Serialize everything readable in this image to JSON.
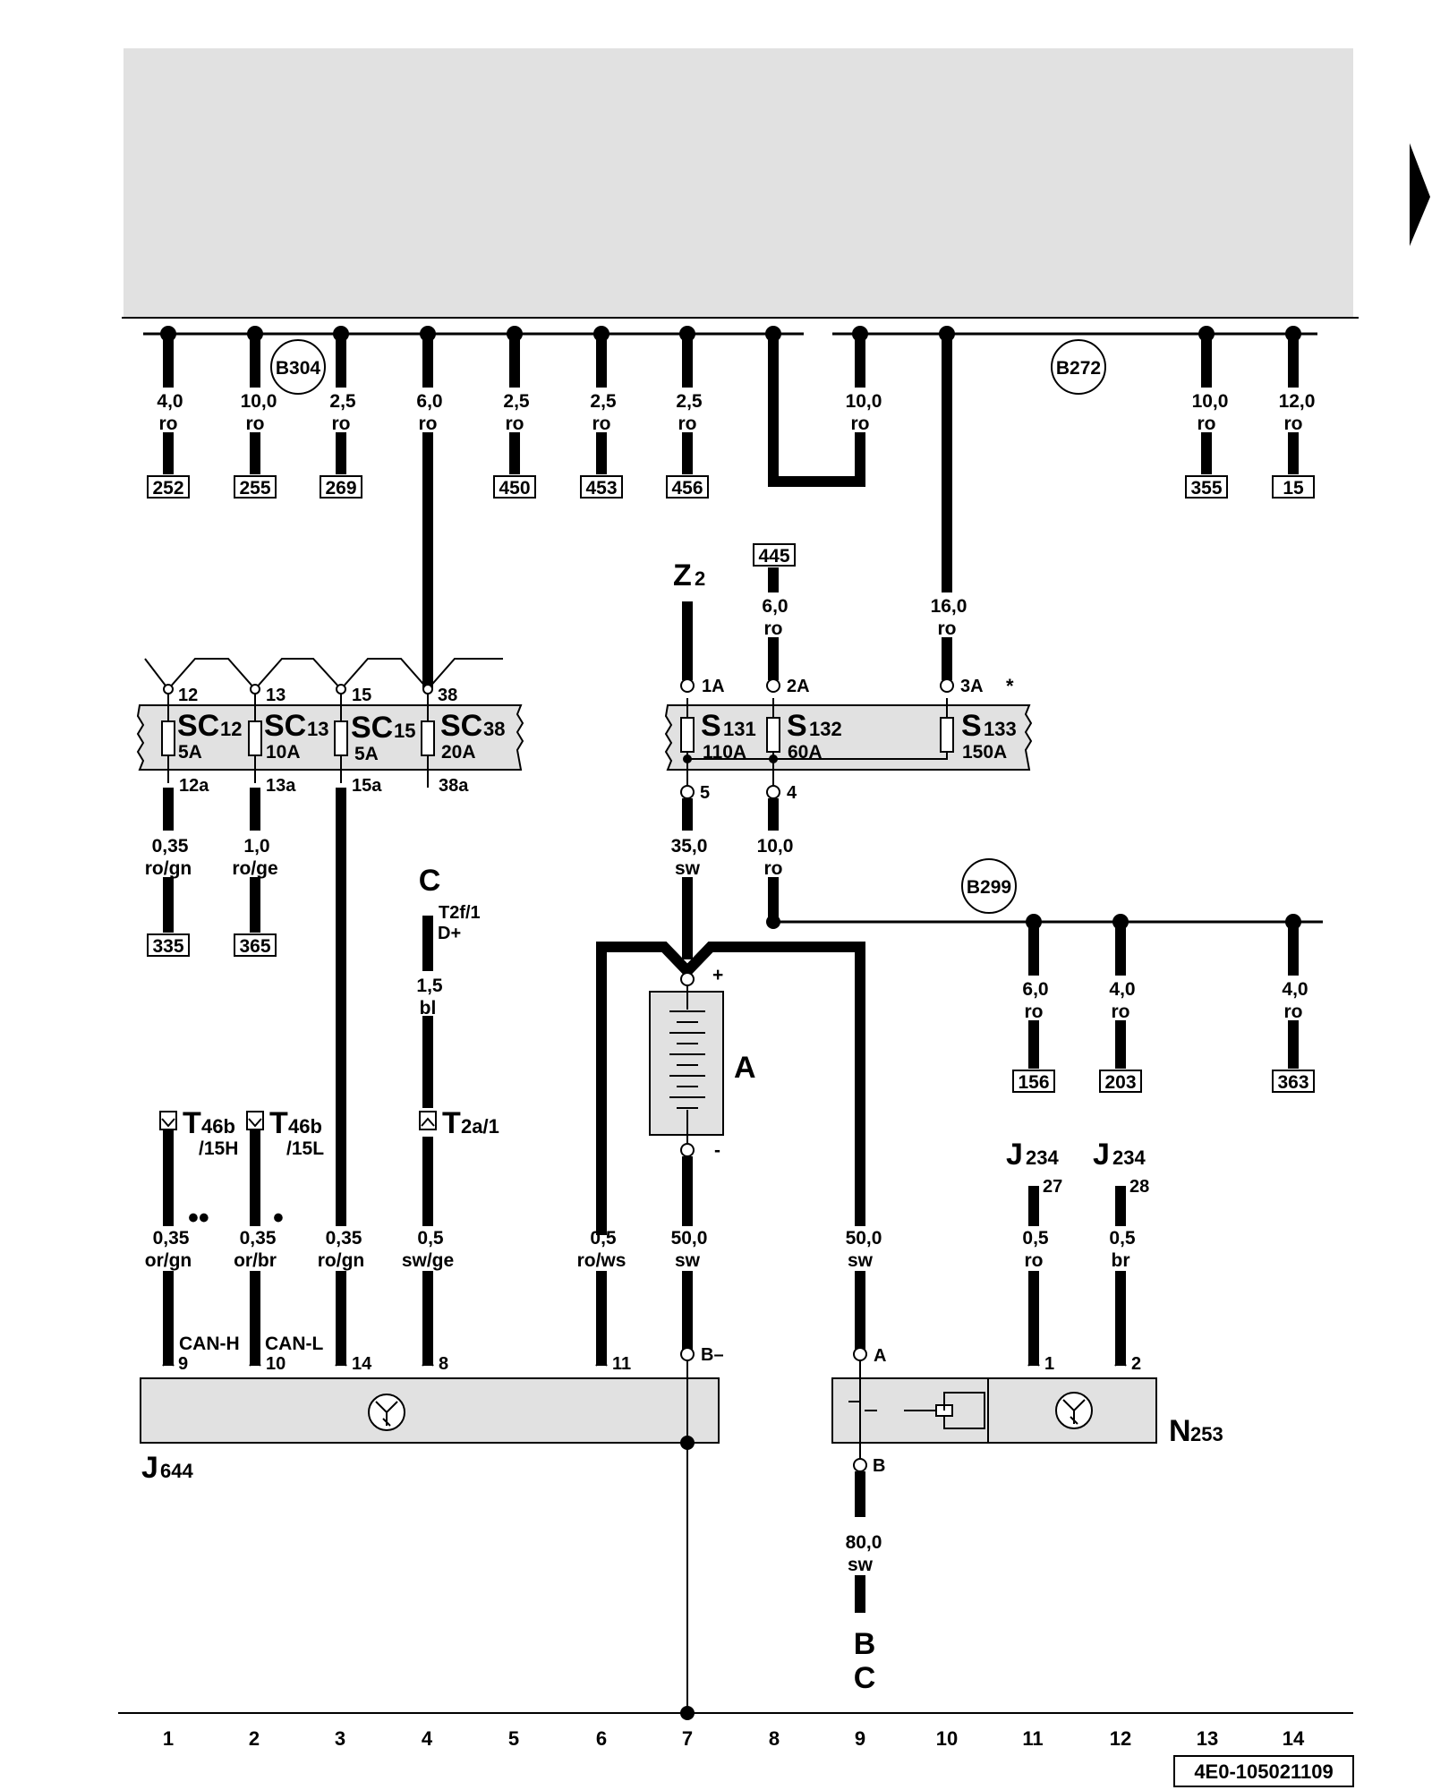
{
  "rails": {
    "r1": {
      "id": "B304"
    },
    "r2": {
      "id": "B272"
    },
    "r3": {
      "id": "B299"
    }
  },
  "top_wires": [
    {
      "gauge": "4,0",
      "color": "ro",
      "ref": "252"
    },
    {
      "gauge": "10,0",
      "color": "ro",
      "ref": "255"
    },
    {
      "gauge": "2,5",
      "color": "ro",
      "ref": "269"
    },
    {
      "gauge": "6,0",
      "color": "ro"
    },
    {
      "gauge": "2,5",
      "color": "ro",
      "ref": "450"
    },
    {
      "gauge": "2,5",
      "color": "ro",
      "ref": "453"
    },
    {
      "gauge": "2,5",
      "color": "ro",
      "ref": "456"
    },
    {
      "gauge": "10,0",
      "color": "ro"
    },
    {
      "gauge": "10,0",
      "color": "ro",
      "ref": "355"
    },
    {
      "gauge": "12,0",
      "color": "ro",
      "ref": "15"
    }
  ],
  "fusebox_left": {
    "fuses": [
      {
        "name": "SC",
        "num": "12",
        "rating": "5A",
        "in_pin": "12",
        "out_pin": "12a"
      },
      {
        "name": "SC",
        "num": "13",
        "rating": "10A",
        "in_pin": "13",
        "out_pin": "13a"
      },
      {
        "name": "SC",
        "num": "15",
        "rating": "5A",
        "in_pin": "15",
        "out_pin": "15a"
      },
      {
        "name": "SC",
        "num": "38",
        "rating": "20A",
        "in_pin": "38",
        "out_pin": "38a"
      }
    ]
  },
  "fusebox_right": {
    "fuses": [
      {
        "name": "S",
        "num": "131",
        "rating": "110A",
        "in_pin": "1A"
      },
      {
        "name": "S",
        "num": "132",
        "rating": "60A",
        "in_pin": "2A"
      },
      {
        "name": "S",
        "num": "133",
        "rating": "150A",
        "in_pin": "3A"
      }
    ],
    "asterisk": "*",
    "out_pins": [
      "5",
      "4"
    ]
  },
  "z2": {
    "name": "Z",
    "sub": "2"
  },
  "wire_445": {
    "ref": "445",
    "gauge": "6,0",
    "color": "ro"
  },
  "wire_s133": {
    "gauge": "16,0",
    "color": "ro"
  },
  "lower_left_wires": [
    {
      "gauge": "0,35",
      "color": "ro/gn",
      "ref": "335"
    },
    {
      "gauge": "1,0",
      "color": "ro/ge",
      "ref": "365"
    }
  ],
  "wire_s131_out": {
    "gauge": "35,0",
    "color": "sw"
  },
  "wire_s132_out": {
    "gauge": "10,0",
    "color": "ro"
  },
  "b299_wires": [
    {
      "gauge": "6,0",
      "color": "ro",
      "ref": "156"
    },
    {
      "gauge": "4,0",
      "color": "ro",
      "ref": "203"
    },
    {
      "gauge": "4,0",
      "color": "ro",
      "ref": "363"
    }
  ],
  "connector_c": {
    "label": "C",
    "pin": "T2f/1",
    "signal": "D+",
    "gauge": "1,5",
    "color": "bl"
  },
  "battery": {
    "label": "A",
    "plus": "+",
    "minus": "-"
  },
  "t46b_1": {
    "name": "T",
    "sub": "46b",
    "pin": "/15H"
  },
  "t46b_2": {
    "name": "T",
    "sub": "46b",
    "pin": "/15L"
  },
  "t2a": {
    "name": "T",
    "sub": "2a/1"
  },
  "j234_1": {
    "name": "J",
    "sub": "234",
    "pin": "27"
  },
  "j234_2": {
    "name": "J",
    "sub": "234",
    "pin": "28"
  },
  "twisted_marks": {
    "pair1": "••",
    "pair2": "•"
  },
  "j644_wires": [
    {
      "gauge": "0,35",
      "color": "or/gn",
      "pin": "9",
      "signal": "CAN-H"
    },
    {
      "gauge": "0,35",
      "color": "or/br",
      "pin": "10",
      "signal": "CAN-L"
    },
    {
      "gauge": "0,35",
      "color": "ro/gn",
      "pin": "14"
    },
    {
      "gauge": "0,5",
      "color": "sw/ge",
      "pin": "8"
    },
    {
      "gauge": "0,5",
      "color": "ro/ws",
      "pin": "11"
    },
    {
      "gauge": "50,0",
      "color": "sw",
      "pin": "B–"
    }
  ],
  "n253_wires": [
    {
      "gauge": "50,0",
      "color": "sw",
      "pin": "A"
    },
    {
      "gauge": "0,5",
      "color": "ro",
      "pin": "1"
    },
    {
      "gauge": "0,5",
      "color": "br",
      "pin": "2"
    }
  ],
  "j644": {
    "name": "J",
    "sub": "644"
  },
  "n253": {
    "name": "N",
    "sub": "253",
    "out_pin": "B"
  },
  "wire_b": {
    "gauge": "80,0",
    "color": "sw",
    "label1": "B",
    "label2": "C"
  },
  "columns": [
    "1",
    "2",
    "3",
    "4",
    "5",
    "6",
    "7",
    "8",
    "9",
    "10",
    "11",
    "12",
    "13",
    "14"
  ],
  "doc_id": "4E0-105021109"
}
